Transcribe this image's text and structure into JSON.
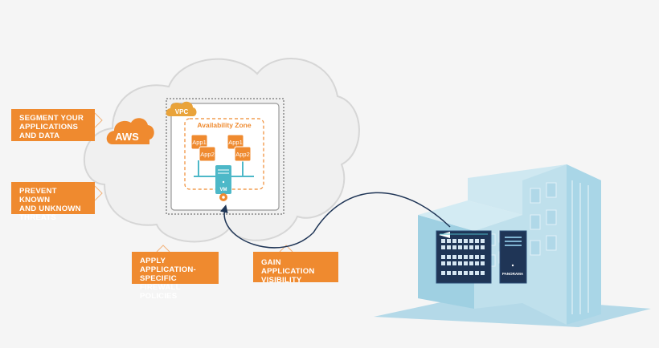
{
  "callouts": {
    "segment": "SEGMENT YOUR\nAPPLICATIONS\nAND DATA",
    "prevent": "PREVENT KNOWN\nAND UNKNOWN\nTHREATS",
    "apply": "APPLY APPLICATION-\nSPECIFIC FIREWALL\nPOLICIES",
    "gain": "GAIN APPLICATION\nVISIBILITY"
  },
  "cloud": {
    "aws_label": "AWS",
    "vpc_label": "VPC",
    "zone_label": "Availability Zone",
    "app1_label": "App1",
    "app2_label": "App2",
    "vm_label": "VM"
  },
  "building": {
    "panorama_label": "PANORAMA"
  },
  "colors": {
    "orange": "#ef8a2f",
    "navy": "#1f3556",
    "teal": "#4db8c8",
    "building_light": "#bfe0ec",
    "building_mid": "#9fd0e2"
  }
}
